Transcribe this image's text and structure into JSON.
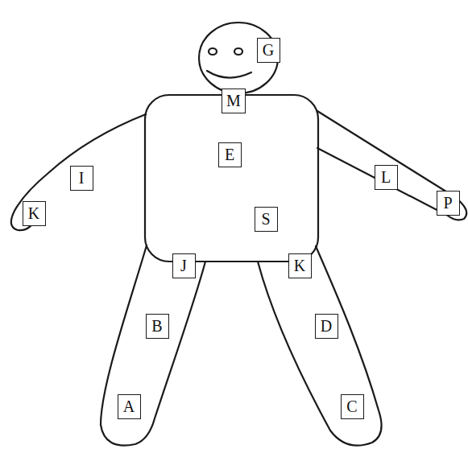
{
  "diagram": {
    "nodes": [
      {
        "text": [
          "G"
        ]
      },
      {
        "text": [
          "M"
        ]
      },
      {
        "text": [
          "E"
        ]
      },
      {
        "text": [
          "I"
        ]
      },
      {
        "text": [
          "L"
        ]
      },
      {
        "text": [
          "P"
        ]
      },
      {
        "text": [
          "K"
        ]
      },
      {
        "text": [
          "S"
        ]
      },
      {
        "text": [
          "J"
        ]
      },
      {
        "text": [
          "K"
        ]
      },
      {
        "text": [
          "B"
        ]
      },
      {
        "text": [
          "D"
        ]
      },
      {
        "text": [
          "A"
        ]
      },
      {
        "text": [
          "C"
        ]
      }
    ],
    "edges": []
  }
}
